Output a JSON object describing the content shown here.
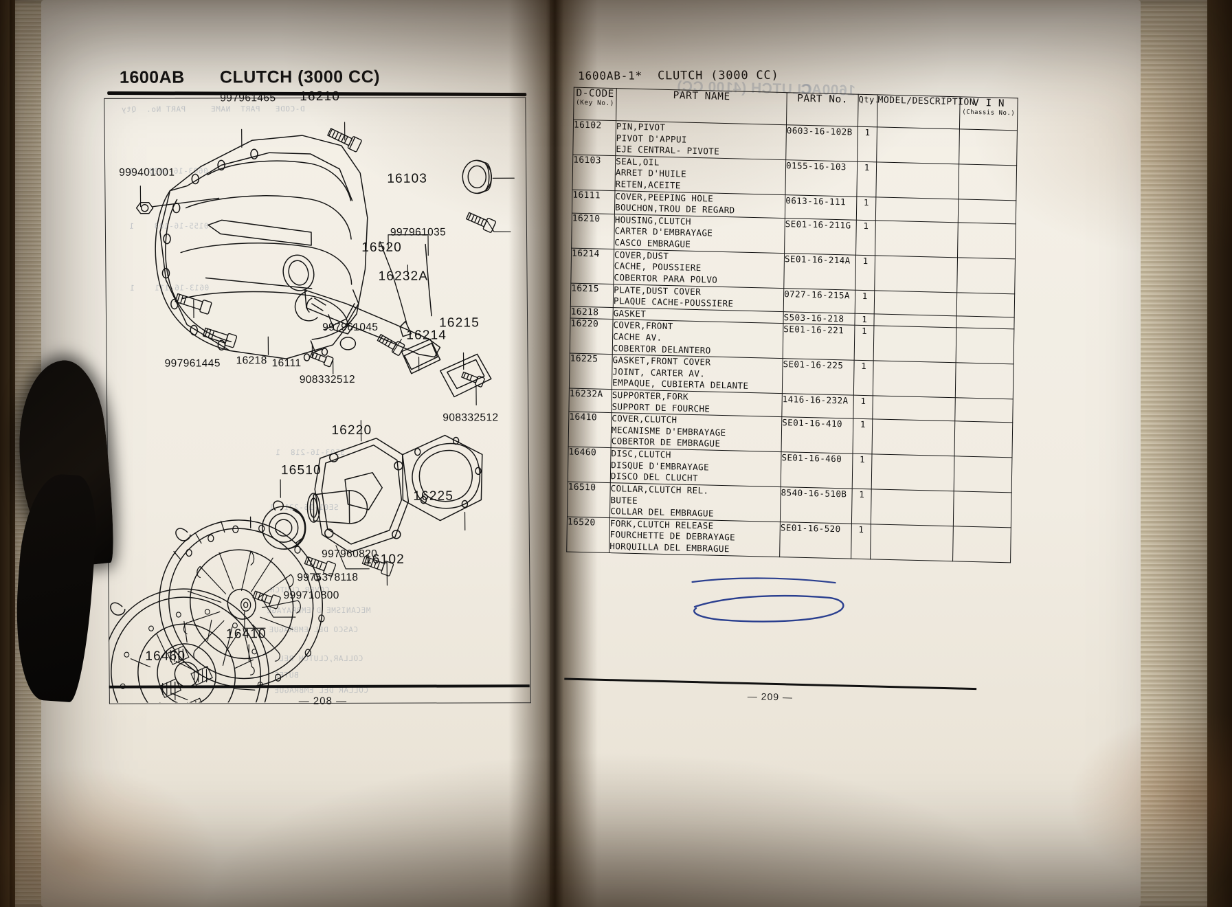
{
  "document": {
    "type": "automotive-parts-catalog",
    "left_page": {
      "section_code": "1600AB",
      "section_title": "CLUTCH (3000 CC)",
      "page_number": "— 208 —",
      "callouts": [
        {
          "label": "997961465"
        },
        {
          "label": "16210"
        },
        {
          "label": "999401001"
        },
        {
          "label": "16103"
        },
        {
          "label": "997961035"
        },
        {
          "label": "16520"
        },
        {
          "label": "16232A"
        },
        {
          "label": "997961045"
        },
        {
          "label": "16214"
        },
        {
          "label": "16215"
        },
        {
          "label": "997961445"
        },
        {
          "label": "16218"
        },
        {
          "label": "16111"
        },
        {
          "label": "908332512"
        },
        {
          "label": "908332512"
        },
        {
          "label": "16220"
        },
        {
          "label": "16510"
        },
        {
          "label": "16225"
        },
        {
          "label": "997960820"
        },
        {
          "label": "16102"
        },
        {
          "label": "9975378118"
        },
        {
          "label": "999710800"
        },
        {
          "label": "16410"
        },
        {
          "label": "16460"
        }
      ]
    },
    "right_page": {
      "section_code": "1600AB-1*",
      "section_title": "CLUTCH (3000 CC)",
      "page_number": "— 209 —",
      "columns": [
        {
          "id": "dcode",
          "header": "D-CODE",
          "subheader": "(Key No.)"
        },
        {
          "id": "part_name",
          "header": "PART  NAME"
        },
        {
          "id": "part_no",
          "header": "PART No."
        },
        {
          "id": "qty",
          "header": "Qty."
        },
        {
          "id": "model",
          "header": "MODEL/DESCRIPTION"
        },
        {
          "id": "vin",
          "header": "V I N",
          "subheader": "(Chassis No.)"
        }
      ],
      "rows": [
        {
          "key": "16102",
          "names": [
            "PIN,PIVOT",
            "PIVOT D'APPUI",
            "EJE CENTRAL- PIVOTE"
          ],
          "part_no": "0603-16-102B",
          "qty": "1",
          "model": "",
          "vin": ""
        },
        {
          "key": "16103",
          "names": [
            "SEAL,OIL",
            "ARRET D'HUILE",
            "RETEN,ACEITE"
          ],
          "part_no": "0155-16-103",
          "qty": "1",
          "model": "",
          "vin": ""
        },
        {
          "key": "16111",
          "names": [
            "COVER,PEEPING HOLE",
            "BOUCHON,TROU DE REGARD"
          ],
          "part_no": "0613-16-111",
          "qty": "1",
          "model": "",
          "vin": ""
        },
        {
          "key": "16210",
          "names": [
            "HOUSING,CLUTCH",
            "CARTER D'EMBRAYAGE",
            "CASCO EMBRAGUE"
          ],
          "part_no": "SE01-16-211G",
          "qty": "1",
          "model": "",
          "vin": ""
        },
        {
          "key": "16214",
          "names": [
            "COVER,DUST",
            "CACHE, POUSSIERE",
            "COBERTOR PARA POLVO"
          ],
          "part_no": "SE01-16-214A",
          "qty": "1",
          "model": "",
          "vin": ""
        },
        {
          "key": "16215",
          "names": [
            "PLATE,DUST COVER",
            "PLAQUE CACHE-POUSSIERE"
          ],
          "part_no": "0727-16-215A",
          "qty": "1",
          "model": "",
          "vin": ""
        },
        {
          "key": "16218",
          "names": [
            "GASKET"
          ],
          "part_no": "S503-16-218",
          "qty": "1",
          "model": "",
          "vin": ""
        },
        {
          "key": "16220",
          "names": [
            "COVER,FRONT",
            "CACHE AV.",
            "COBERTOR DELANTERO"
          ],
          "part_no": "SE01-16-221",
          "qty": "1",
          "model": "",
          "vin": ""
        },
        {
          "key": "16225",
          "names": [
            "GASKET,FRONT COVER",
            "JOINT, CARTER AV.",
            "EMPAQUE, CUBIERTA DELANTE"
          ],
          "part_no": "SE01-16-225",
          "qty": "1",
          "model": "",
          "vin": ""
        },
        {
          "key": "16232A",
          "names": [
            "SUPPORTER,FORK",
            "SUPPORT DE FOURCHE"
          ],
          "part_no": "1416-16-232A",
          "qty": "1",
          "model": "",
          "vin": ""
        },
        {
          "key": "16410",
          "names": [
            "COVER,CLUTCH",
            "MECANISME D'EMBRAYAGE",
            "COBERTOR DE EMBRAGUE"
          ],
          "part_no": "SE01-16-410",
          "qty": "1",
          "model": "",
          "vin": ""
        },
        {
          "key": "16460",
          "names": [
            "DISC,CLUTCH",
            "DISQUE D'EMBRAYAGE",
            "DISCO DEL CLUCHT"
          ],
          "part_no": "SE01-16-460",
          "qty": "1",
          "model": "",
          "vin": ""
        },
        {
          "key": "16510",
          "names": [
            "COLLAR,CLUTCH REL.",
            "BUTEE",
            "COLLAR DEL EMBRAGUE"
          ],
          "part_no": "8540-16-510B",
          "qty": "1",
          "model": "",
          "vin": ""
        },
        {
          "key": "16520",
          "names": [
            "FORK,CLUTCH RELEASE",
            "FOURCHETTE DE DEBRAYAGE",
            "HORQUILLA DEL EMBRAGUE"
          ],
          "part_no": "SE01-16-520",
          "qty": "1",
          "model": "",
          "vin": ""
        }
      ],
      "annotation": {
        "type": "hand-drawn-pen-circle",
        "color": "#2a3f8f",
        "target_row_key": "16460"
      }
    },
    "show_through": {
      "right_sheet_ghost_code": "1600AC",
      "right_sheet_ghost_title": "CLUTCH (4100 CC)"
    }
  },
  "colors": {
    "paper": "#f1ece2",
    "ink": "#111111",
    "pen_blue": "#2a3f8f",
    "desk": "#3a2c1a"
  }
}
